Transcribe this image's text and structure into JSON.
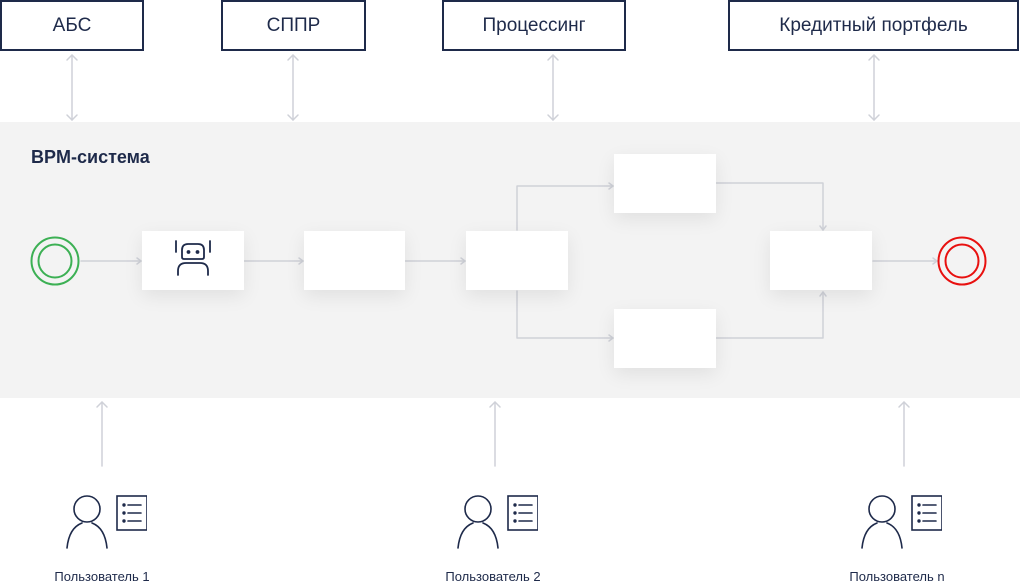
{
  "external_systems": [
    {
      "id": "abs",
      "label": "АБС"
    },
    {
      "id": "sppr",
      "label": "СППР"
    },
    {
      "id": "processing",
      "label": "Процессинг"
    },
    {
      "id": "credit",
      "label": "Кредитный портфель"
    }
  ],
  "bpm": {
    "title": "BPM-система",
    "start_event": {
      "color": "#3cb054",
      "icon": "start-event-circle"
    },
    "end_event": {
      "color": "#e8100f",
      "icon": "end-event-circle"
    },
    "tasks": [
      {
        "id": "robot-task",
        "icon": "robot-icon"
      },
      {
        "id": "task-2"
      },
      {
        "id": "gateway-task"
      },
      {
        "id": "branch-top"
      },
      {
        "id": "branch-bottom"
      },
      {
        "id": "merge-task"
      }
    ]
  },
  "users": [
    {
      "label": "Пользователь 1",
      "icon": "user-with-list-icon"
    },
    {
      "label": "Пользователь 2",
      "icon": "user-with-list-icon"
    },
    {
      "label": "Пользователь n",
      "icon": "user-with-list-icon"
    }
  ],
  "colors": {
    "navy": "#1e2a4a",
    "band": "#f3f3f3",
    "connector": "#cfd1d8",
    "start": "#3cb054",
    "end": "#e8100f"
  }
}
